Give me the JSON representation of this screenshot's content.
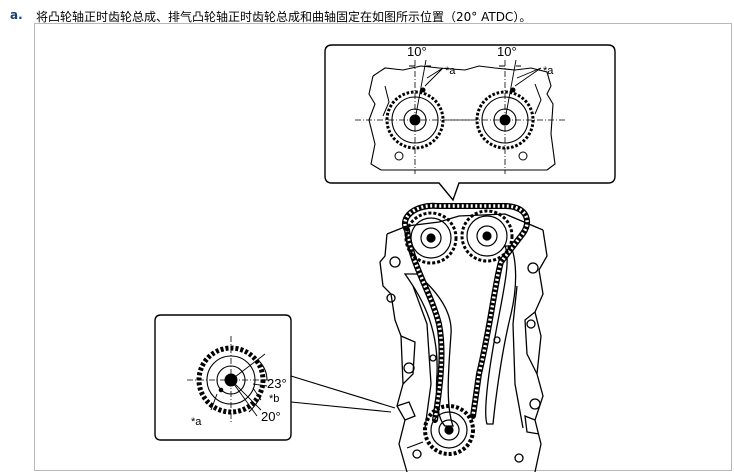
{
  "step": {
    "letter": "a.",
    "instruction": "将凸轮轴正时齿轮总成、排气凸轮轴正时齿轮总成和曲轴固定在如图所示位置（20° ATDC）。"
  },
  "figure": {
    "top_callout": {
      "angle_left": "10°",
      "angle_right": "10°",
      "mark_left": "*a",
      "mark_right": "*a"
    },
    "bottom_callout": {
      "angle_upper": "23°",
      "angle_lower": "20°",
      "mark_b": "*b",
      "mark_a": "*a"
    }
  }
}
